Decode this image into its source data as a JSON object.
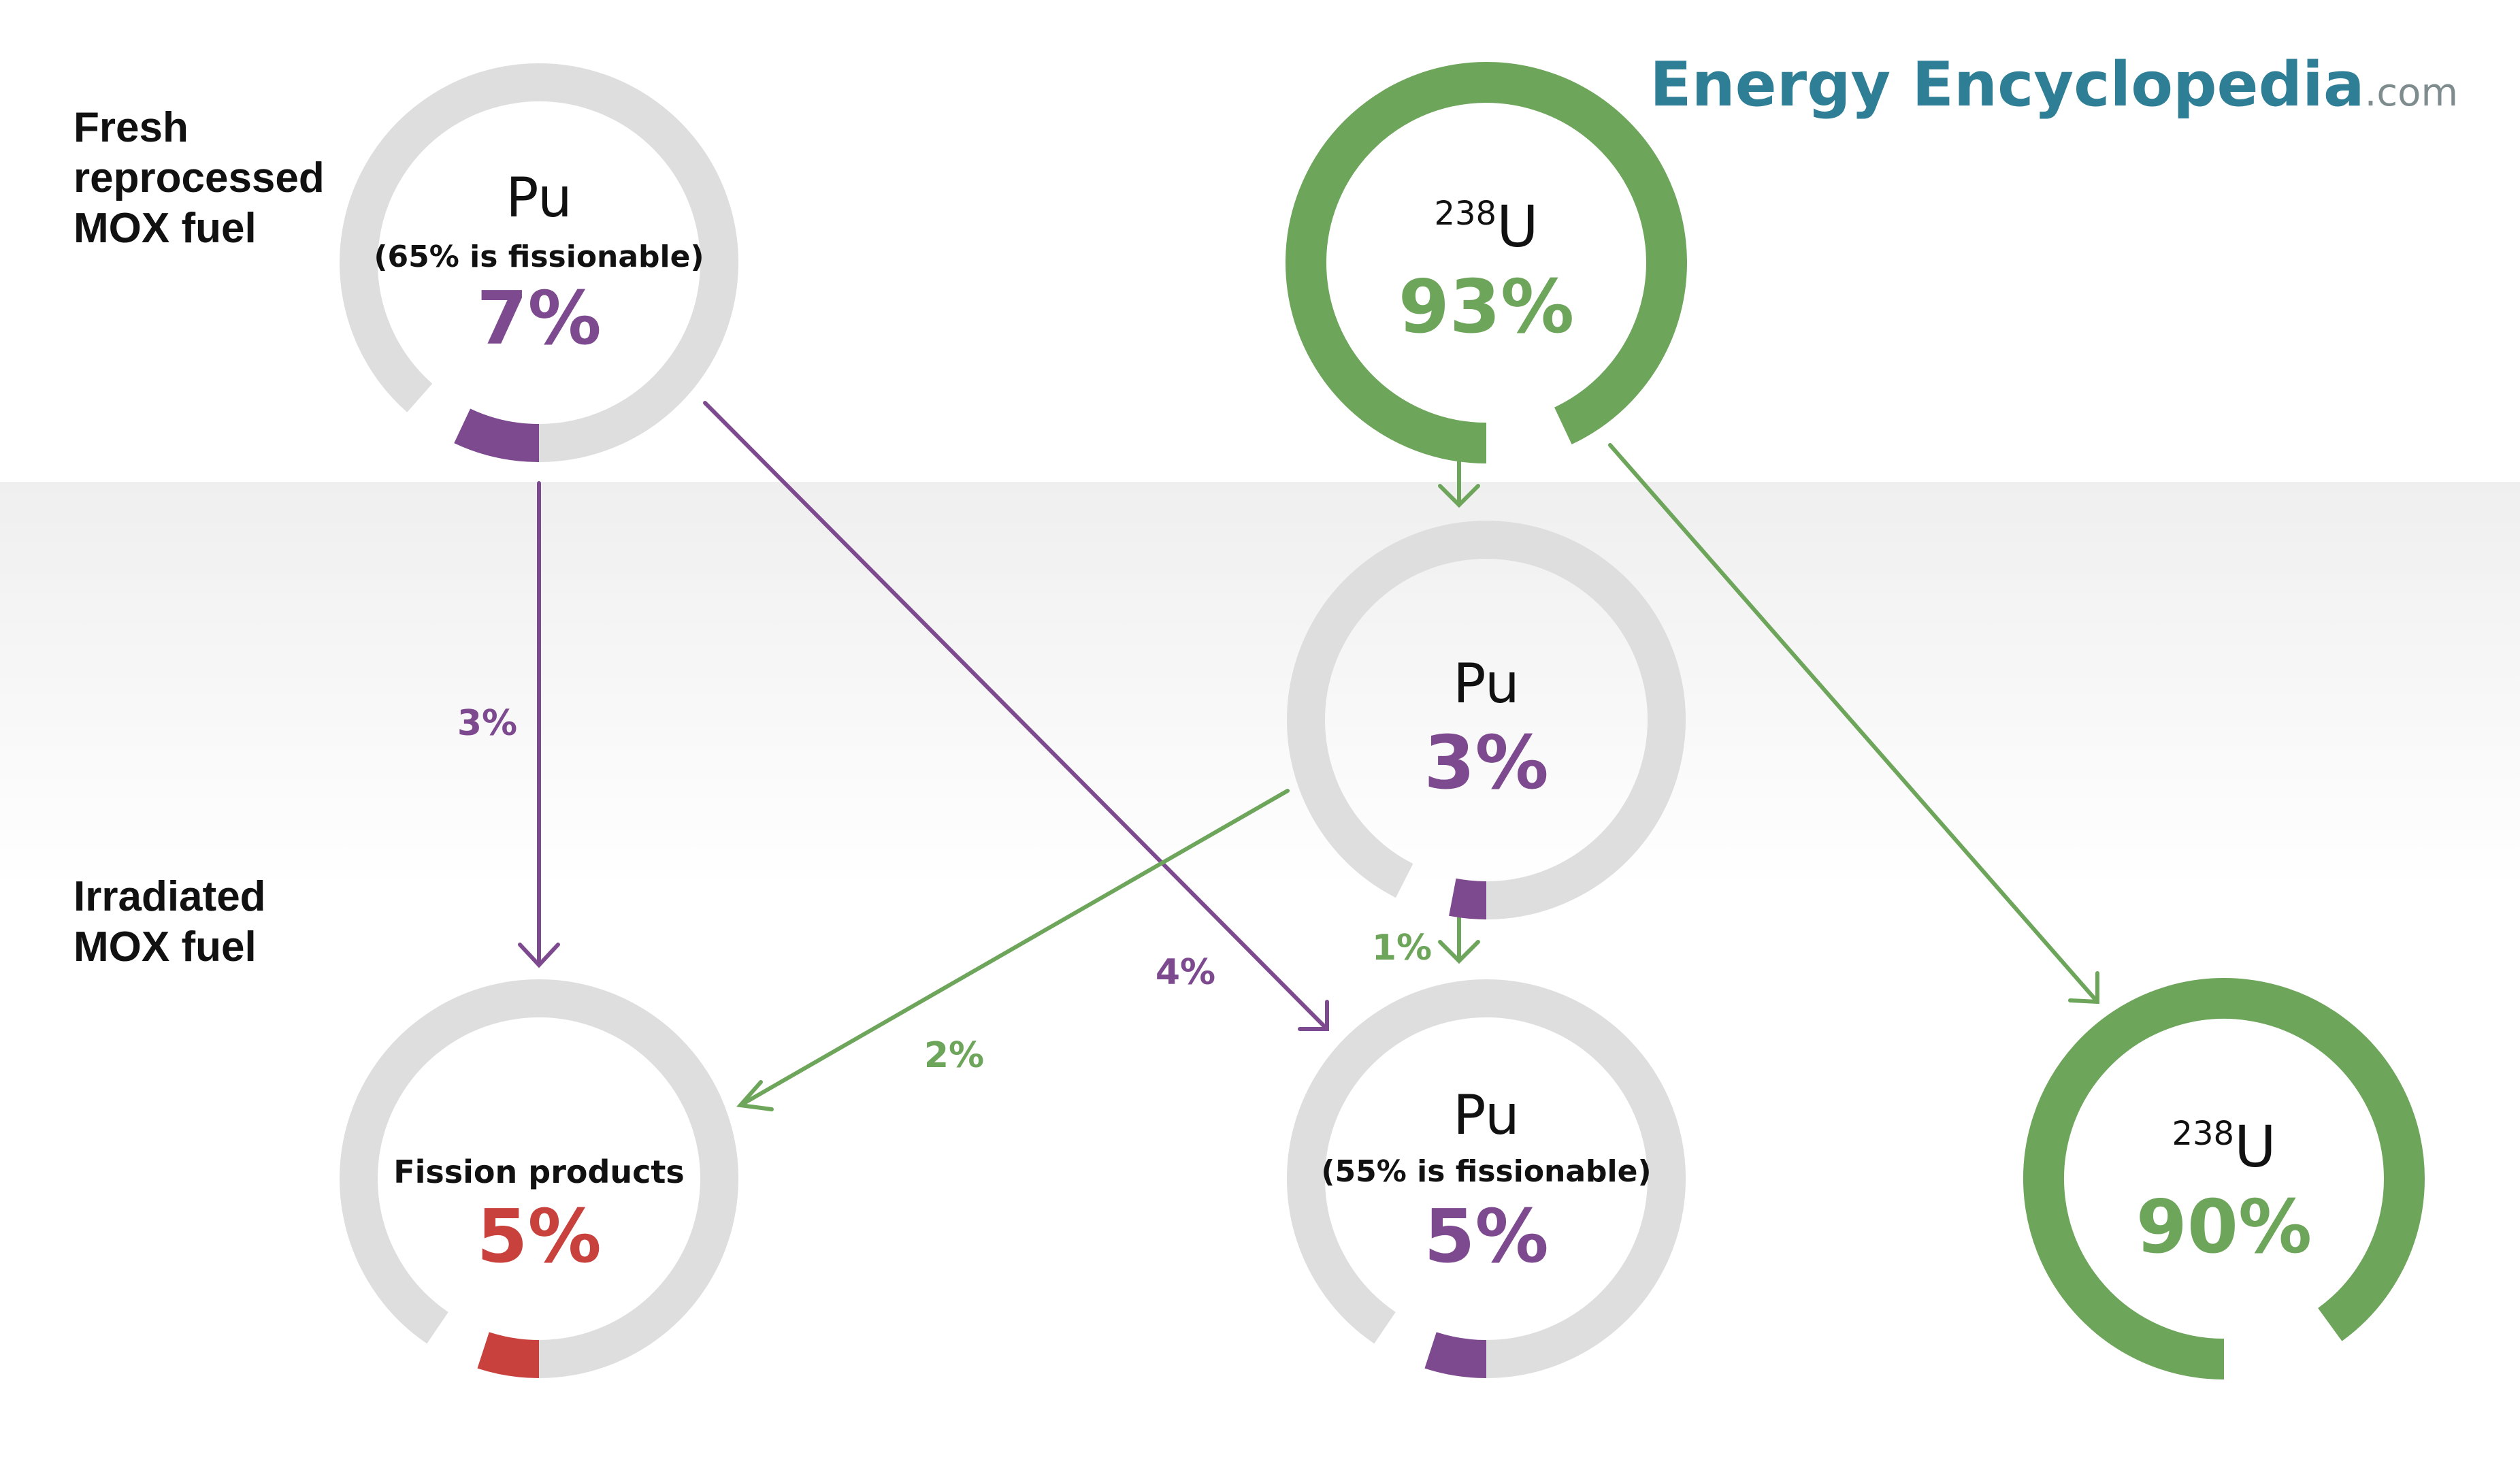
{
  "logo": {
    "part1": "Energy ",
    "part2": "Encyclopedia",
    "suffix": ".com",
    "color": "#2E7E95",
    "suffix_color": "#7f8c8d"
  },
  "rows": {
    "fresh": [
      "Fresh",
      "reprocessed",
      "MOX fuel"
    ],
    "irradiated": [
      "Irradiated",
      "MOX fuel"
    ]
  },
  "colors": {
    "purple": "#7E4A8F",
    "green": "#6DA55B",
    "red": "#C8413D",
    "ring_gray": "#DEDEDE",
    "text": "#111111",
    "band_top": "#EFEFEF",
    "band_bottom": "#FFFFFF"
  },
  "nodes": {
    "pu_fresh": {
      "symbol": "Pu",
      "note": "(65% is fissionable)",
      "percent": "7%",
      "value": 7
    },
    "u238_fresh": {
      "mass_number": "238",
      "symbol": "U",
      "percent": "93%",
      "value": 93
    },
    "pu_mid": {
      "symbol": "Pu",
      "percent": "3%",
      "value": 3
    },
    "fission_products": {
      "note": "Fission products",
      "percent": "5%",
      "value": 5
    },
    "pu_irradiated": {
      "symbol": "Pu",
      "note": "(55% is fissionable)",
      "percent": "5%",
      "value": 5
    },
    "u238_irradiated": {
      "mass_number": "238",
      "symbol": "U",
      "percent": "90%",
      "value": 90
    }
  },
  "flows": {
    "pu_to_fission": "3%",
    "pu_to_pu": "4%",
    "mid_to_fission": "2%",
    "mid_to_pu": "1%"
  }
}
